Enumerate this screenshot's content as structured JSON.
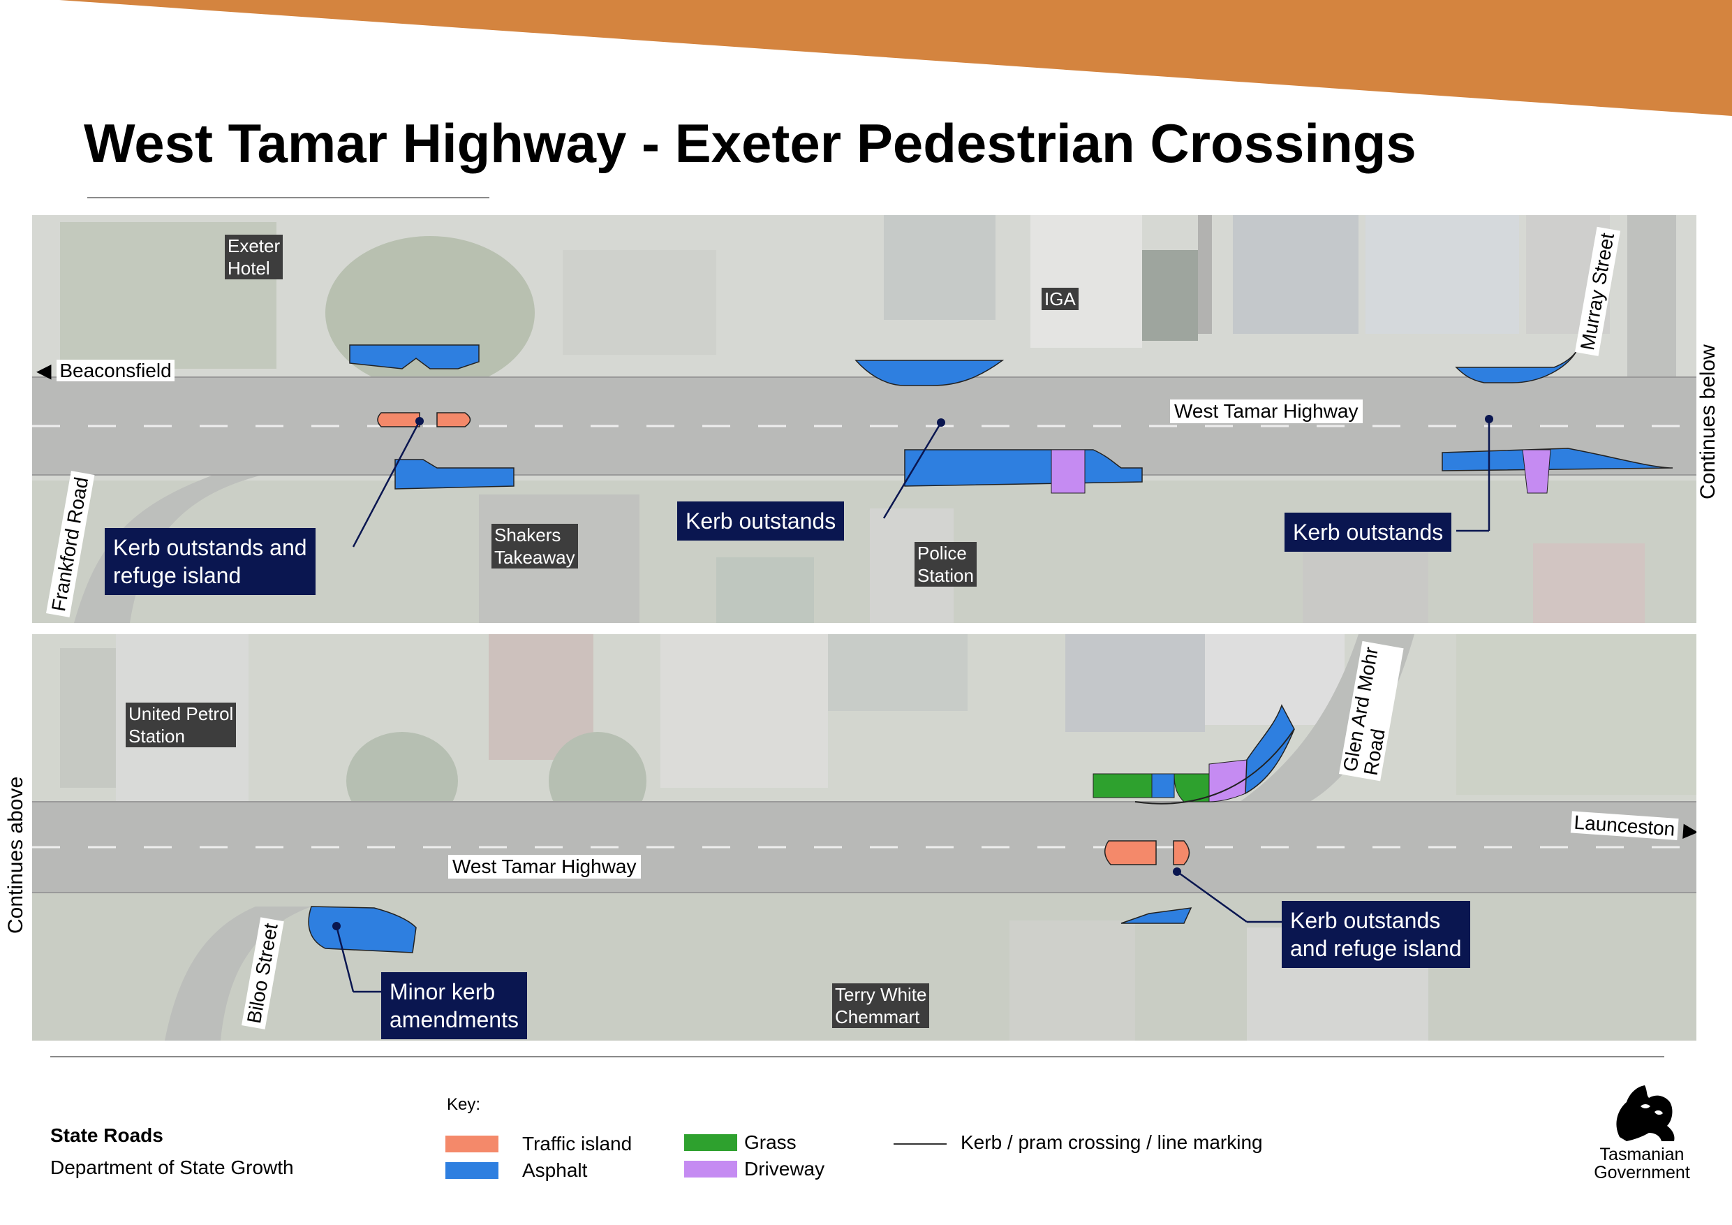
{
  "title": "West Tamar Highway - Exeter Pedestrian Crossings",
  "colors": {
    "banner": "#d4843f",
    "traffic_island": "#f4896a",
    "asphalt": "#2e7fe0",
    "grass": "#2ea12e",
    "driveway": "#c58bf2",
    "callout_bg": "#0a1650"
  },
  "top_panel": {
    "places": {
      "exeter_hotel": "Exeter\nHotel",
      "iga": "IGA",
      "shakers_takeaway": "Shakers\nTakeaway",
      "police_station": "Police\nStation"
    },
    "roads": {
      "beaconsfield": "Beaconsfield",
      "west_tamar_highway": "West Tamar Highway",
      "frankford_road": "Frankford Road",
      "murray_street": "Murray Street"
    },
    "callouts": {
      "kerb_refuge": "Kerb outstands and\nrefuge island",
      "kerb_mid": "Kerb outstands",
      "kerb_right": "Kerb outstands"
    },
    "side_label": "Continues below"
  },
  "bottom_panel": {
    "places": {
      "united_petrol": "United Petrol\nStation",
      "terry_white": "Terry White\nChemmart"
    },
    "roads": {
      "west_tamar_highway": "West Tamar Highway",
      "launceston": "Launceston",
      "glen_ard_mohr": "Glen Ard Mohr\nRoad",
      "biloo_street": "Biloo Street"
    },
    "callouts": {
      "minor_kerb": "Minor kerb\namendments",
      "kerb_refuge": "Kerb outstands\nand refuge island"
    },
    "side_label": "Continues above"
  },
  "footer": {
    "org_bold": "State Roads",
    "org_dept": "Department of State Growth",
    "key_title": "Key:",
    "key": {
      "traffic_island": "Traffic island",
      "asphalt": "Asphalt",
      "grass": "Grass",
      "driveway": "Driveway",
      "kerb_line": "Kerb / pram crossing / line marking"
    },
    "logo_text": "Tasmanian\nGovernment"
  }
}
